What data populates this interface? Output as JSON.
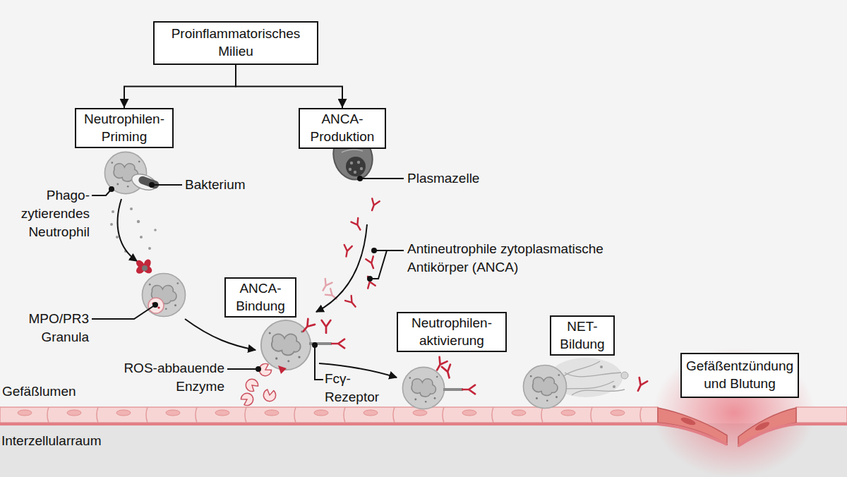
{
  "diagram": {
    "nodes": [
      {
        "text": [
          "Proinflammatorisches Milieu"
        ]
      },
      {
        "text": [
          "Neutrophilen- Priming"
        ]
      },
      {
        "text": [
          "ANCA- Produktion"
        ]
      },
      {
        "text": [
          "ANCA- Bindung"
        ]
      },
      {
        "text": [
          "Neutrophilen- aktivierung"
        ]
      },
      {
        "text": [
          "NET- Bildung"
        ]
      },
      {
        "text": [
          "Gefäßentzündung und Blutung"
        ]
      }
    ],
    "edges": [
      {
        "from": 0,
        "to": 1,
        "arrow": "to"
      },
      {
        "from": 0,
        "to": 2,
        "arrow": "to"
      }
    ],
    "labels": [
      "Bakterium",
      "Phago- zytierendes Neutrophil",
      "Plasmazelle",
      "Antineutrophile zytoplasmatische Antikörper (ANCA)",
      "MPO/PR3 Granula",
      "ROS-abbauende Enzyme",
      "Gefäßlumen",
      "Fcγ- Rezeptor",
      "Interzellularraum"
    ]
  }
}
